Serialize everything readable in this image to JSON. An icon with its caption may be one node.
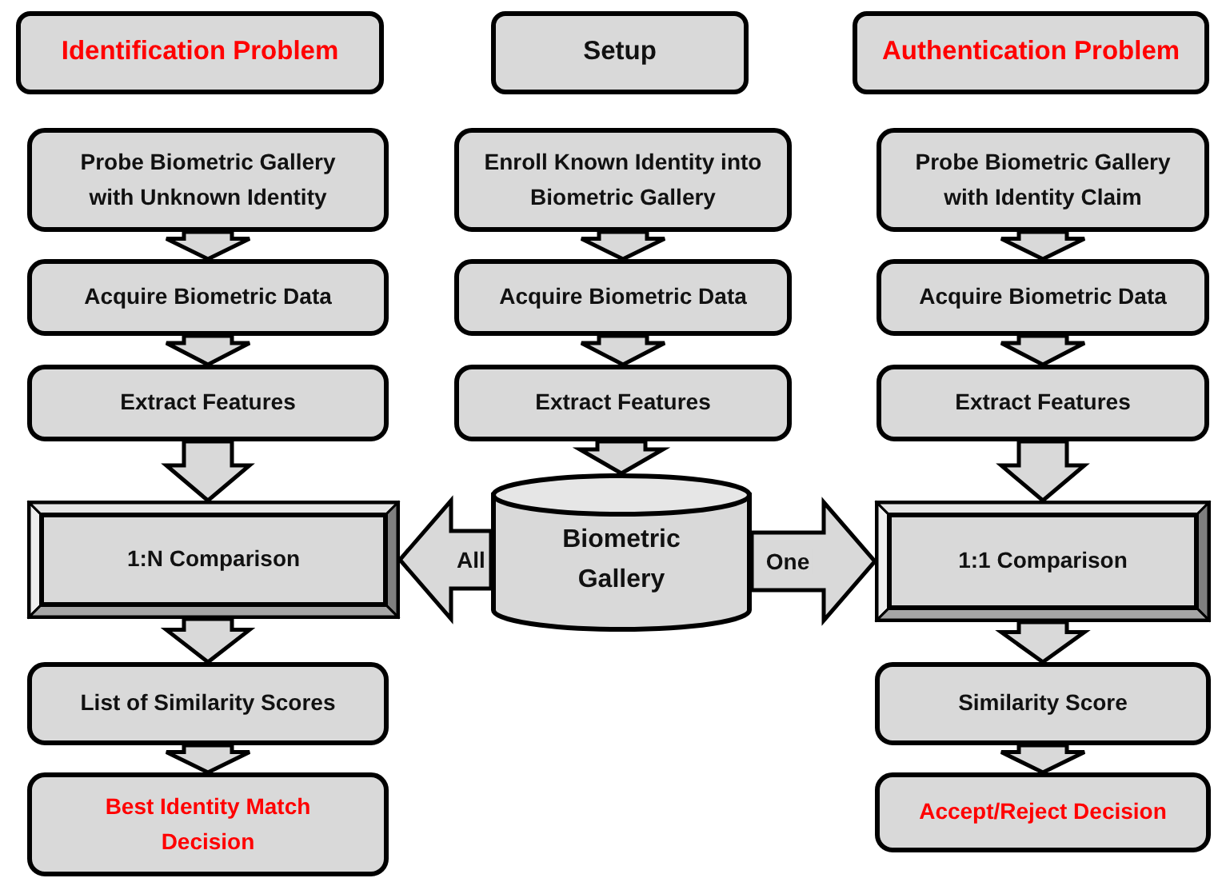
{
  "diagram": {
    "nodes": [
      {
        "text": [
          "Identification Problem"
        ]
      },
      {
        "text": [
          "Setup"
        ]
      },
      {
        "text": [
          "Authentication Problem"
        ]
      },
      {
        "text": [
          "Probe Biometric Gallery with Unknown Identity"
        ]
      },
      {
        "text": [
          "Acquire Biometric Data"
        ]
      },
      {
        "text": [
          "Extract Features"
        ]
      },
      {
        "text": [
          "1:N Comparison"
        ]
      },
      {
        "text": [
          "List of Similarity Scores"
        ]
      },
      {
        "text": [
          "Best Identity Match Decision"
        ]
      },
      {
        "text": [
          "Enroll Known Identity into Biometric Gallery"
        ]
      },
      {
        "text": [
          "Acquire Biometric Data"
        ]
      },
      {
        "text": [
          "Extract Features"
        ]
      },
      {
        "text": [
          "Biometric Gallery"
        ]
      },
      {
        "text": [
          "Probe Biometric Gallery with Identity Claim"
        ]
      },
      {
        "text": [
          "Acquire Biometric Data"
        ]
      },
      {
        "text": [
          "Extract Features"
        ]
      },
      {
        "text": [
          "1:1 Comparison"
        ]
      },
      {
        "text": [
          "Similarity Score"
        ]
      },
      {
        "text": [
          "Accept/Reject Decision"
        ]
      }
    ],
    "edges": [
      {
        "from": 3,
        "to": 4,
        "arrow": "to"
      },
      {
        "from": 4,
        "to": 5,
        "arrow": "to"
      },
      {
        "from": 5,
        "to": 6,
        "arrow": "to"
      },
      {
        "from": 6,
        "to": 7,
        "arrow": "to"
      },
      {
        "from": 7,
        "to": 8,
        "arrow": "to"
      },
      {
        "from": 9,
        "to": 10,
        "arrow": "to"
      },
      {
        "from": 10,
        "to": 11,
        "arrow": "to"
      },
      {
        "from": 11,
        "to": 12,
        "arrow": "to"
      },
      {
        "from": 12,
        "to": 6,
        "arrow": "to",
        "label": "All"
      },
      {
        "from": 12,
        "to": 16,
        "arrow": "to",
        "label": "One"
      },
      {
        "from": 13,
        "to": 14,
        "arrow": "to"
      },
      {
        "from": 14,
        "to": 15,
        "arrow": "to"
      },
      {
        "from": 15,
        "to": 16,
        "arrow": "to"
      },
      {
        "from": 16,
        "to": 17,
        "arrow": "to"
      },
      {
        "from": 17,
        "to": 18,
        "arrow": "to"
      }
    ]
  }
}
